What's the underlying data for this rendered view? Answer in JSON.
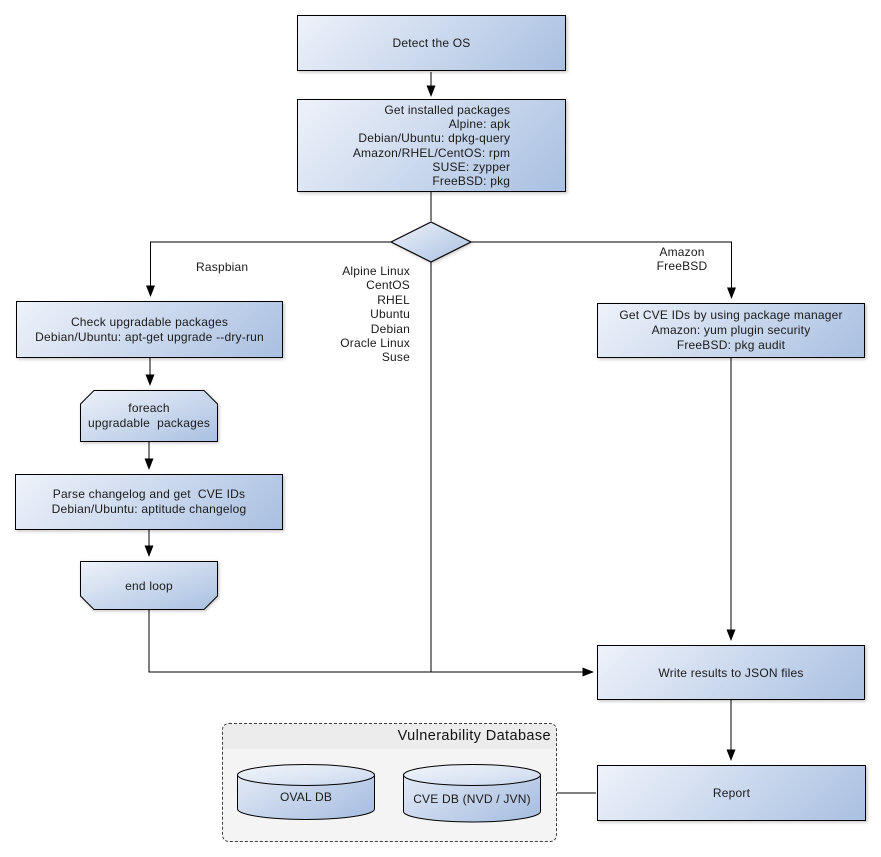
{
  "colors": {
    "background": "#ffffff",
    "node_fill_light": "#eef2fa",
    "node_fill_dark": "#a9c0e1",
    "node_border": "#000000",
    "container_fill": "#f4f4f4",
    "container_title_fill": "#ececec",
    "line_color": "#000000"
  },
  "flowchart": {
    "nodes": {
      "detect_os": "Detect the OS",
      "get_installed_packages": "Get installed packages\nAlpine: apk\nDebian/Ubuntu: dpkg-query\nAmazon/RHEL/CentOS: rpm\nSUSE: zypper\nFreeBSD: pkg",
      "check_upgradable": "Check upgradable packages\nDebian/Ubuntu: apt-get upgrade --dry-run",
      "foreach_loop": "foreach\nupgradable  packages",
      "parse_changelog": "Parse changelog and get  CVE IDs\nDebian/Ubuntu: aptitude changelog",
      "end_loop": "end loop",
      "get_cve_ids": "Get CVE IDs by using package manager\nAmazon: yum plugin security\nFreeBSD: pkg audit",
      "write_results": "Write results to JSON files",
      "report": "Report"
    },
    "branch_labels": {
      "raspbian": "Raspbian",
      "os_list": "Alpine Linux\nCentOS\nRHEL\nUbuntu\nDebian\nOracle Linux\nSuse",
      "amazon_freebsd": "Amazon\nFreeBSD"
    },
    "database": {
      "title": "Vulnerability Database",
      "oval_db": "OVAL DB",
      "cve_db": "CVE DB (NVD / JVN)"
    }
  }
}
